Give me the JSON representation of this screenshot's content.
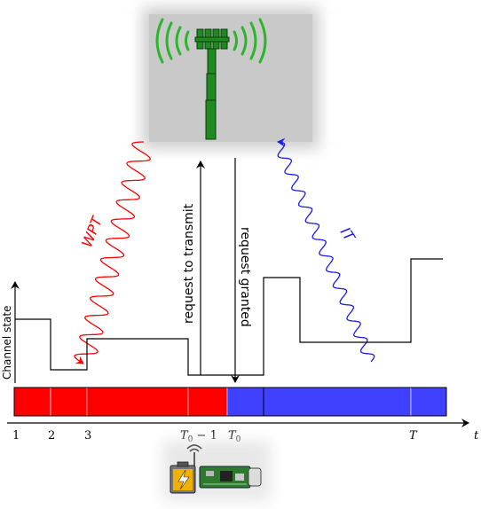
{
  "labels": {
    "wpt": "WPT",
    "it": "IT",
    "request_transmit": "request to transmit",
    "request_granted": "request granted",
    "channel_state": "Channel state",
    "time_axis": "t"
  },
  "slot_labels": {
    "s1": "1",
    "s2": "2",
    "s3": "3",
    "t0m1_a": "T",
    "t0m1_b": "0",
    "t0m1_c": " − 1",
    "t0_a": "T",
    "t0_b": "0",
    "tend": "T"
  },
  "colors": {
    "harvest": "#ff0000",
    "transmit": "#4040ff",
    "wpt_arrow": "#ff0000",
    "it_arrow": "#1a1aee",
    "tower": "#1f8a1f",
    "waves": "#2bb52b"
  },
  "slots": [
    {
      "mode": "harvest"
    },
    {
      "mode": "harvest"
    },
    {
      "mode": "harvest"
    },
    {
      "mode": "harvest"
    },
    {
      "mode": "transmit"
    },
    {
      "mode": "transmit"
    }
  ]
}
